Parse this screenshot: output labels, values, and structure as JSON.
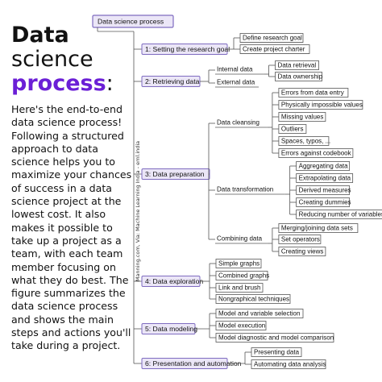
{
  "heading": {
    "line1": "Data",
    "line2": "science",
    "line3": "process",
    "colon": ":"
  },
  "description": "Here's the end-to-end data science process! Following a structured approach to data science helps you to maximize your chances of success in a data science project at the lowest cost. It also makes it possible to take up a project as a team, with each team member focusing on what they do best. The figure summarizes the data science process and shows the main steps and actions you'll take during a project.",
  "credit": "Manning.com, Via: Machine Learning India - eml.india",
  "diagram": {
    "root": "Data science process",
    "phases": [
      {
        "label": "1: Setting the research goal",
        "children": [
          {
            "label": "Define research goal"
          },
          {
            "label": "Create project charter"
          }
        ]
      },
      {
        "label": "2: Retrieving data",
        "children": [
          {
            "label": "Internal data",
            "children": [
              {
                "label": "Data retrieval"
              },
              {
                "label": "Data ownership"
              }
            ]
          },
          {
            "label": "External data"
          }
        ]
      },
      {
        "label": "3: Data preparation",
        "children": [
          {
            "label": "Data cleansing",
            "children": [
              {
                "label": "Errors from data entry"
              },
              {
                "label": "Physically impossible values"
              },
              {
                "label": "Missing values"
              },
              {
                "label": "Outliers"
              },
              {
                "label": "Spaces, typos, ..."
              },
              {
                "label": "Errors against codebook"
              }
            ]
          },
          {
            "label": "Data transformation",
            "children": [
              {
                "label": "Aggregating data"
              },
              {
                "label": "Extrapolating data"
              },
              {
                "label": "Derived measures"
              },
              {
                "label": "Creating dummies"
              },
              {
                "label": "Reducing number of variables"
              }
            ]
          },
          {
            "label": "Combining data",
            "children": [
              {
                "label": "Merging/joining data sets"
              },
              {
                "label": "Set operators"
              },
              {
                "label": "Creating views"
              }
            ]
          }
        ]
      },
      {
        "label": "4: Data exploration",
        "children": [
          {
            "label": "Simple graphs"
          },
          {
            "label": "Combined graphs"
          },
          {
            "label": "Link and brush"
          },
          {
            "label": "Nongraphical techniques"
          }
        ]
      },
      {
        "label": "5: Data modeling",
        "children": [
          {
            "label": "Model and variable selection"
          },
          {
            "label": "Model execution"
          },
          {
            "label": "Model diagnostic and model comparison"
          }
        ]
      },
      {
        "label": "6: Presentation and automation",
        "children": [
          {
            "label": "Presenting data"
          },
          {
            "label": "Automating data analysis"
          }
        ]
      }
    ]
  }
}
